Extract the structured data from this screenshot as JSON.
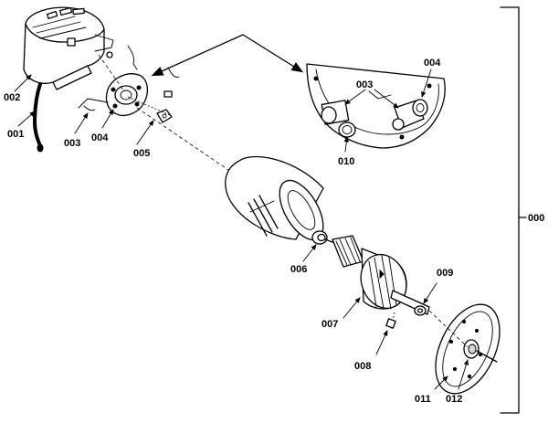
{
  "labels": {
    "p000": "000",
    "p001": "001",
    "p002": "002",
    "p003_left": "003",
    "p003_right": "003",
    "p004_left": "004",
    "p004_right": "004",
    "p005": "005",
    "p006": "006",
    "p007": "007",
    "p008": "008",
    "p009": "009",
    "p010": "010",
    "p011": "011",
    "p012": "012"
  }
}
